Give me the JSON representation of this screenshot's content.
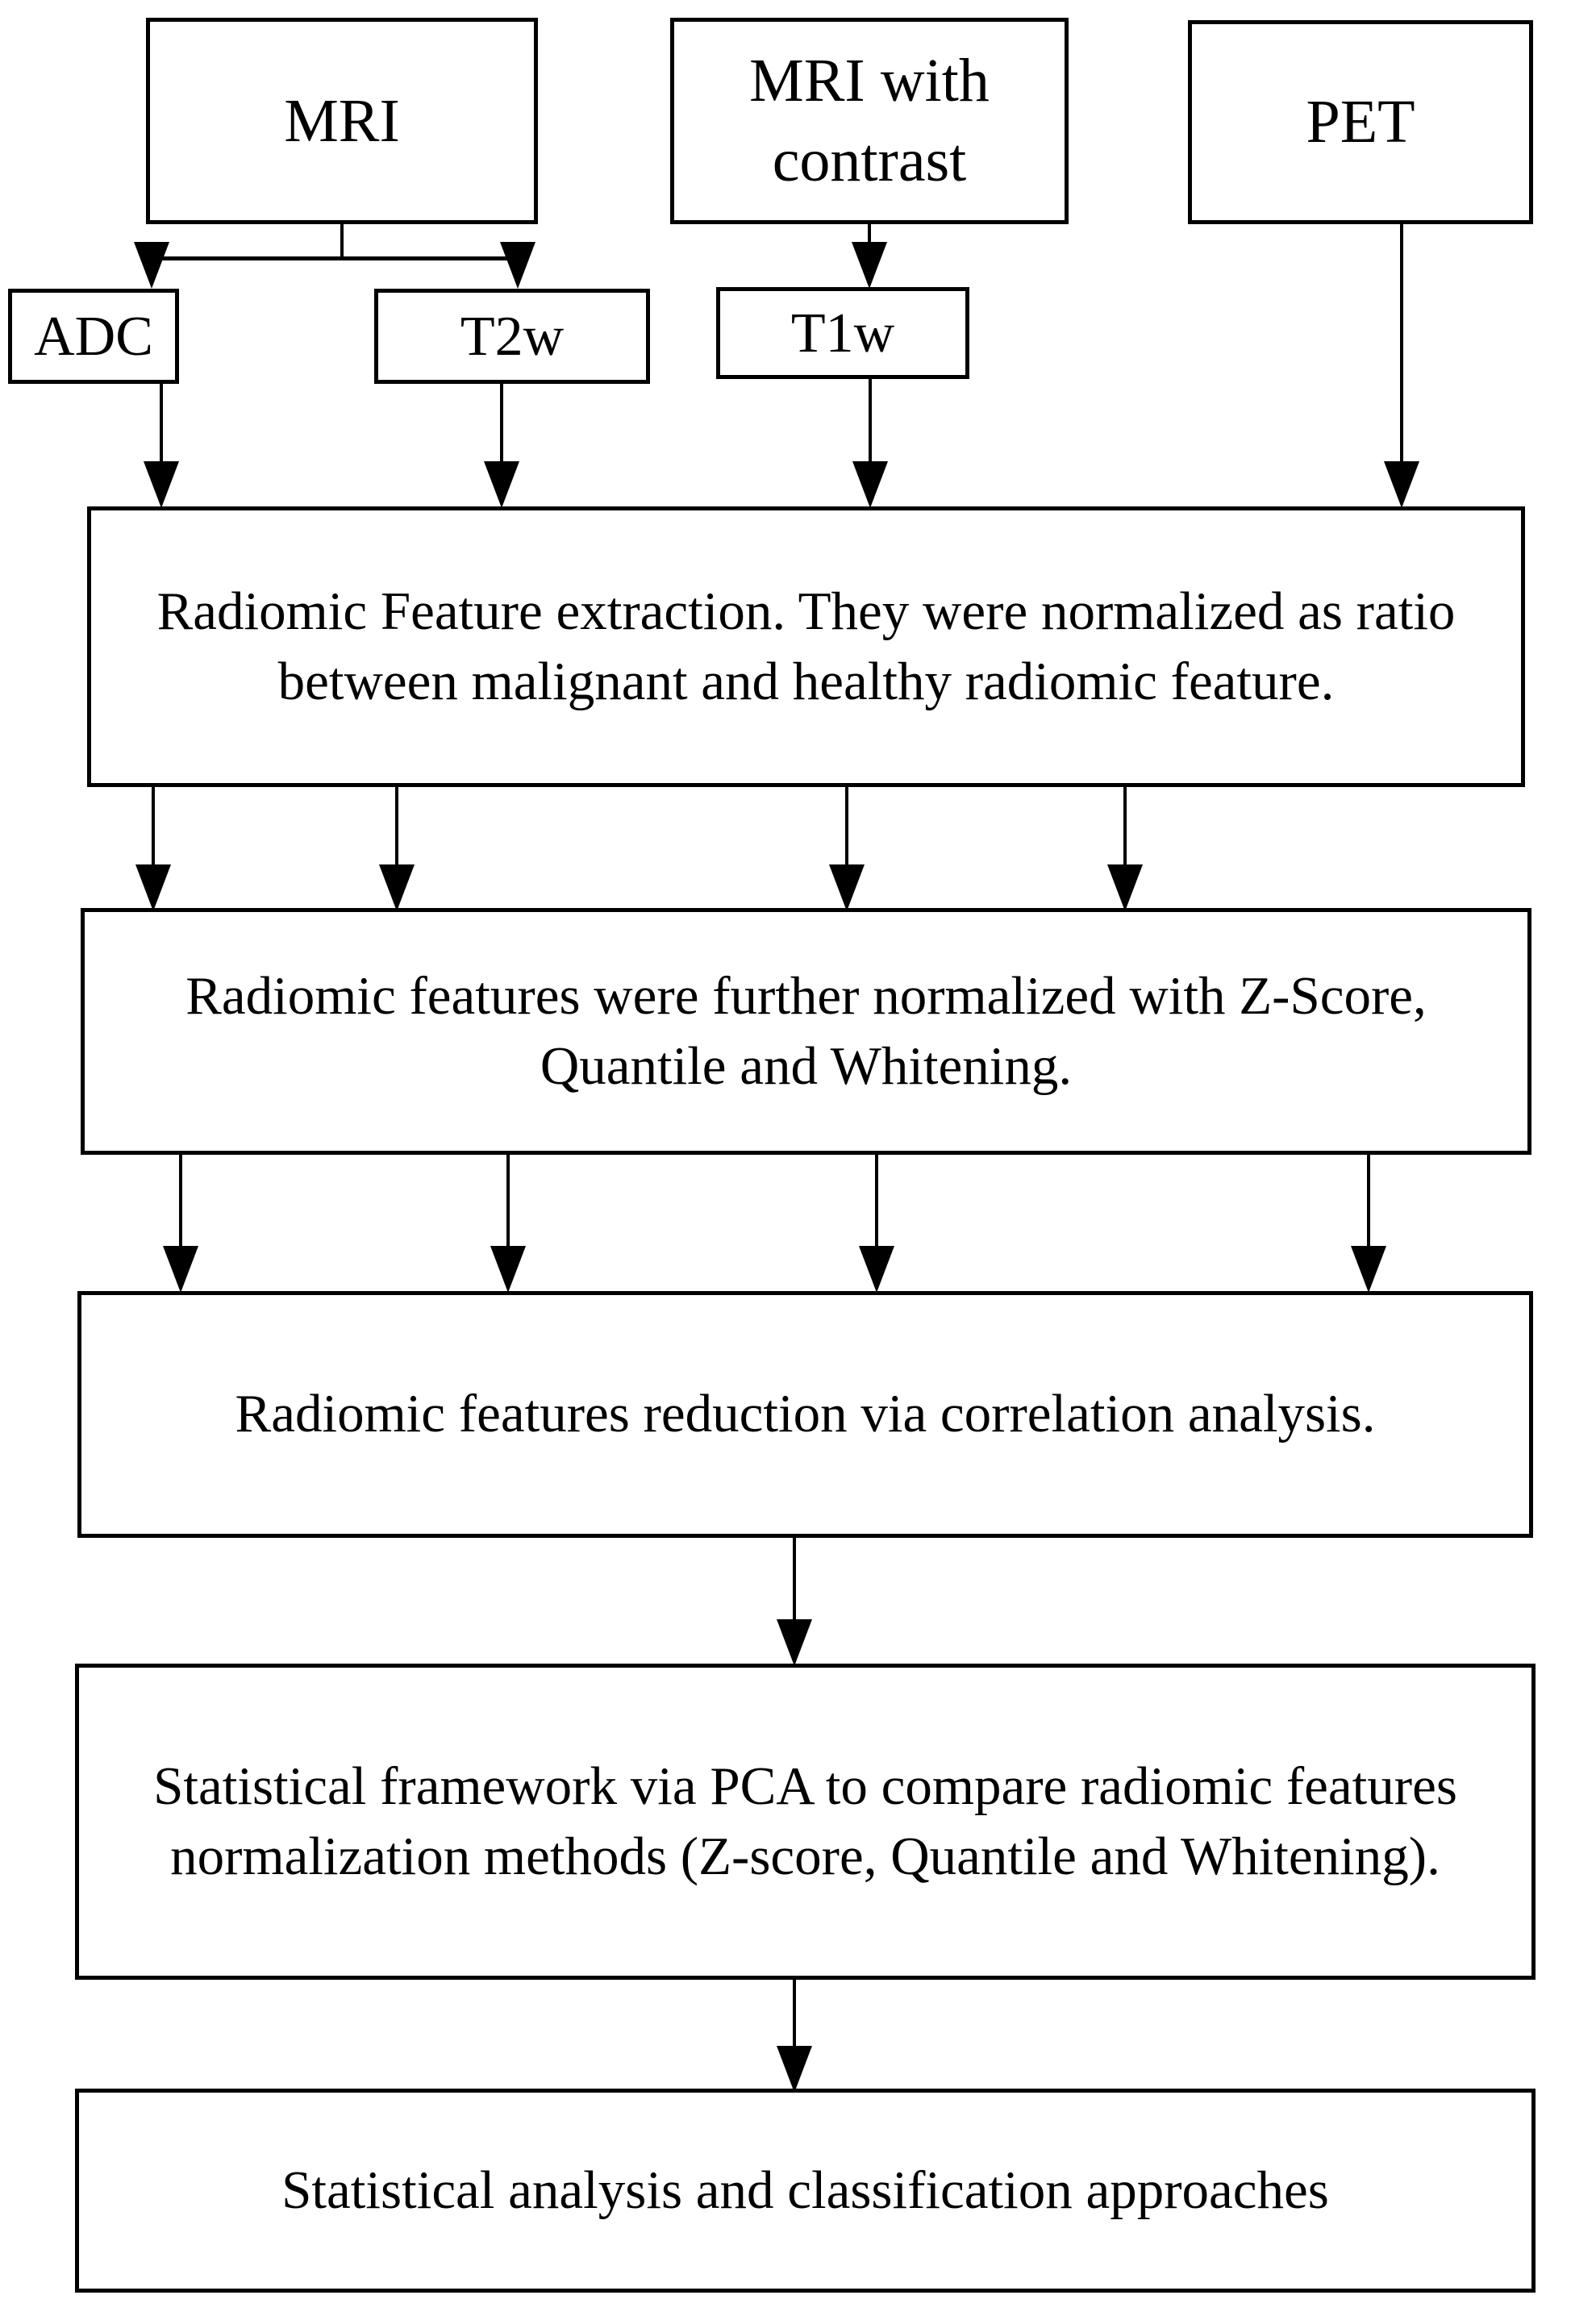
{
  "diagram": {
    "title": "Radiomics analysis workflow flowchart",
    "type": "flowchart",
    "orientation": "top-to-bottom",
    "colors": {
      "background": "#ffffff",
      "stroke": "#000000",
      "text": "#000000",
      "box_fill": "#ffffff"
    },
    "nodes": [
      {
        "id": "mri",
        "label": "MRI",
        "row": 1,
        "shape": "rectangle"
      },
      {
        "id": "mri_c",
        "label": "MRI with contrast",
        "row": 1,
        "shape": "rectangle"
      },
      {
        "id": "pet",
        "label": "PET",
        "row": 1,
        "shape": "rectangle"
      },
      {
        "id": "adc",
        "label": "ADC",
        "row": 2,
        "shape": "rectangle"
      },
      {
        "id": "t2w",
        "label": "T2w",
        "row": 2,
        "shape": "rectangle"
      },
      {
        "id": "t1w",
        "label": "T1w",
        "row": 2,
        "shape": "rectangle"
      },
      {
        "id": "extract",
        "label": "Radiomic Feature extraction.  They were normalized as ratio between malignant and healthy radiomic feature.",
        "row": 3,
        "shape": "rectangle"
      },
      {
        "id": "norm",
        "label": "Radiomic features were further normalized with Z-Score, Quantile and Whitening.",
        "row": 4,
        "shape": "rectangle"
      },
      {
        "id": "reduce",
        "label": "Radiomic features reduction via correlation analysis.",
        "row": 5,
        "shape": "rectangle"
      },
      {
        "id": "pca",
        "label": "Statistical framework via PCA to compare radiomic features normalization methods (Z-score, Quantile and Whitening).",
        "row": 6,
        "shape": "rectangle"
      },
      {
        "id": "final",
        "label": "Statistical analysis and classification approaches",
        "row": 7,
        "shape": "rectangle"
      }
    ],
    "edges": [
      {
        "from": "mri",
        "to": "adc",
        "style": "split-arrow"
      },
      {
        "from": "mri",
        "to": "t2w",
        "style": "split-arrow"
      },
      {
        "from": "mri_c",
        "to": "t1w",
        "style": "arrow"
      },
      {
        "from": "adc",
        "to": "extract",
        "style": "arrow"
      },
      {
        "from": "t2w",
        "to": "extract",
        "style": "arrow"
      },
      {
        "from": "t1w",
        "to": "extract",
        "style": "arrow"
      },
      {
        "from": "pet",
        "to": "extract",
        "style": "arrow"
      },
      {
        "from": "extract",
        "to": "norm",
        "style": "arrow",
        "count": 4
      },
      {
        "from": "norm",
        "to": "reduce",
        "style": "arrow",
        "count": 4
      },
      {
        "from": "reduce",
        "to": "pca",
        "style": "arrow",
        "count": 1
      },
      {
        "from": "pca",
        "to": "final",
        "style": "arrow",
        "count": 1
      }
    ]
  }
}
